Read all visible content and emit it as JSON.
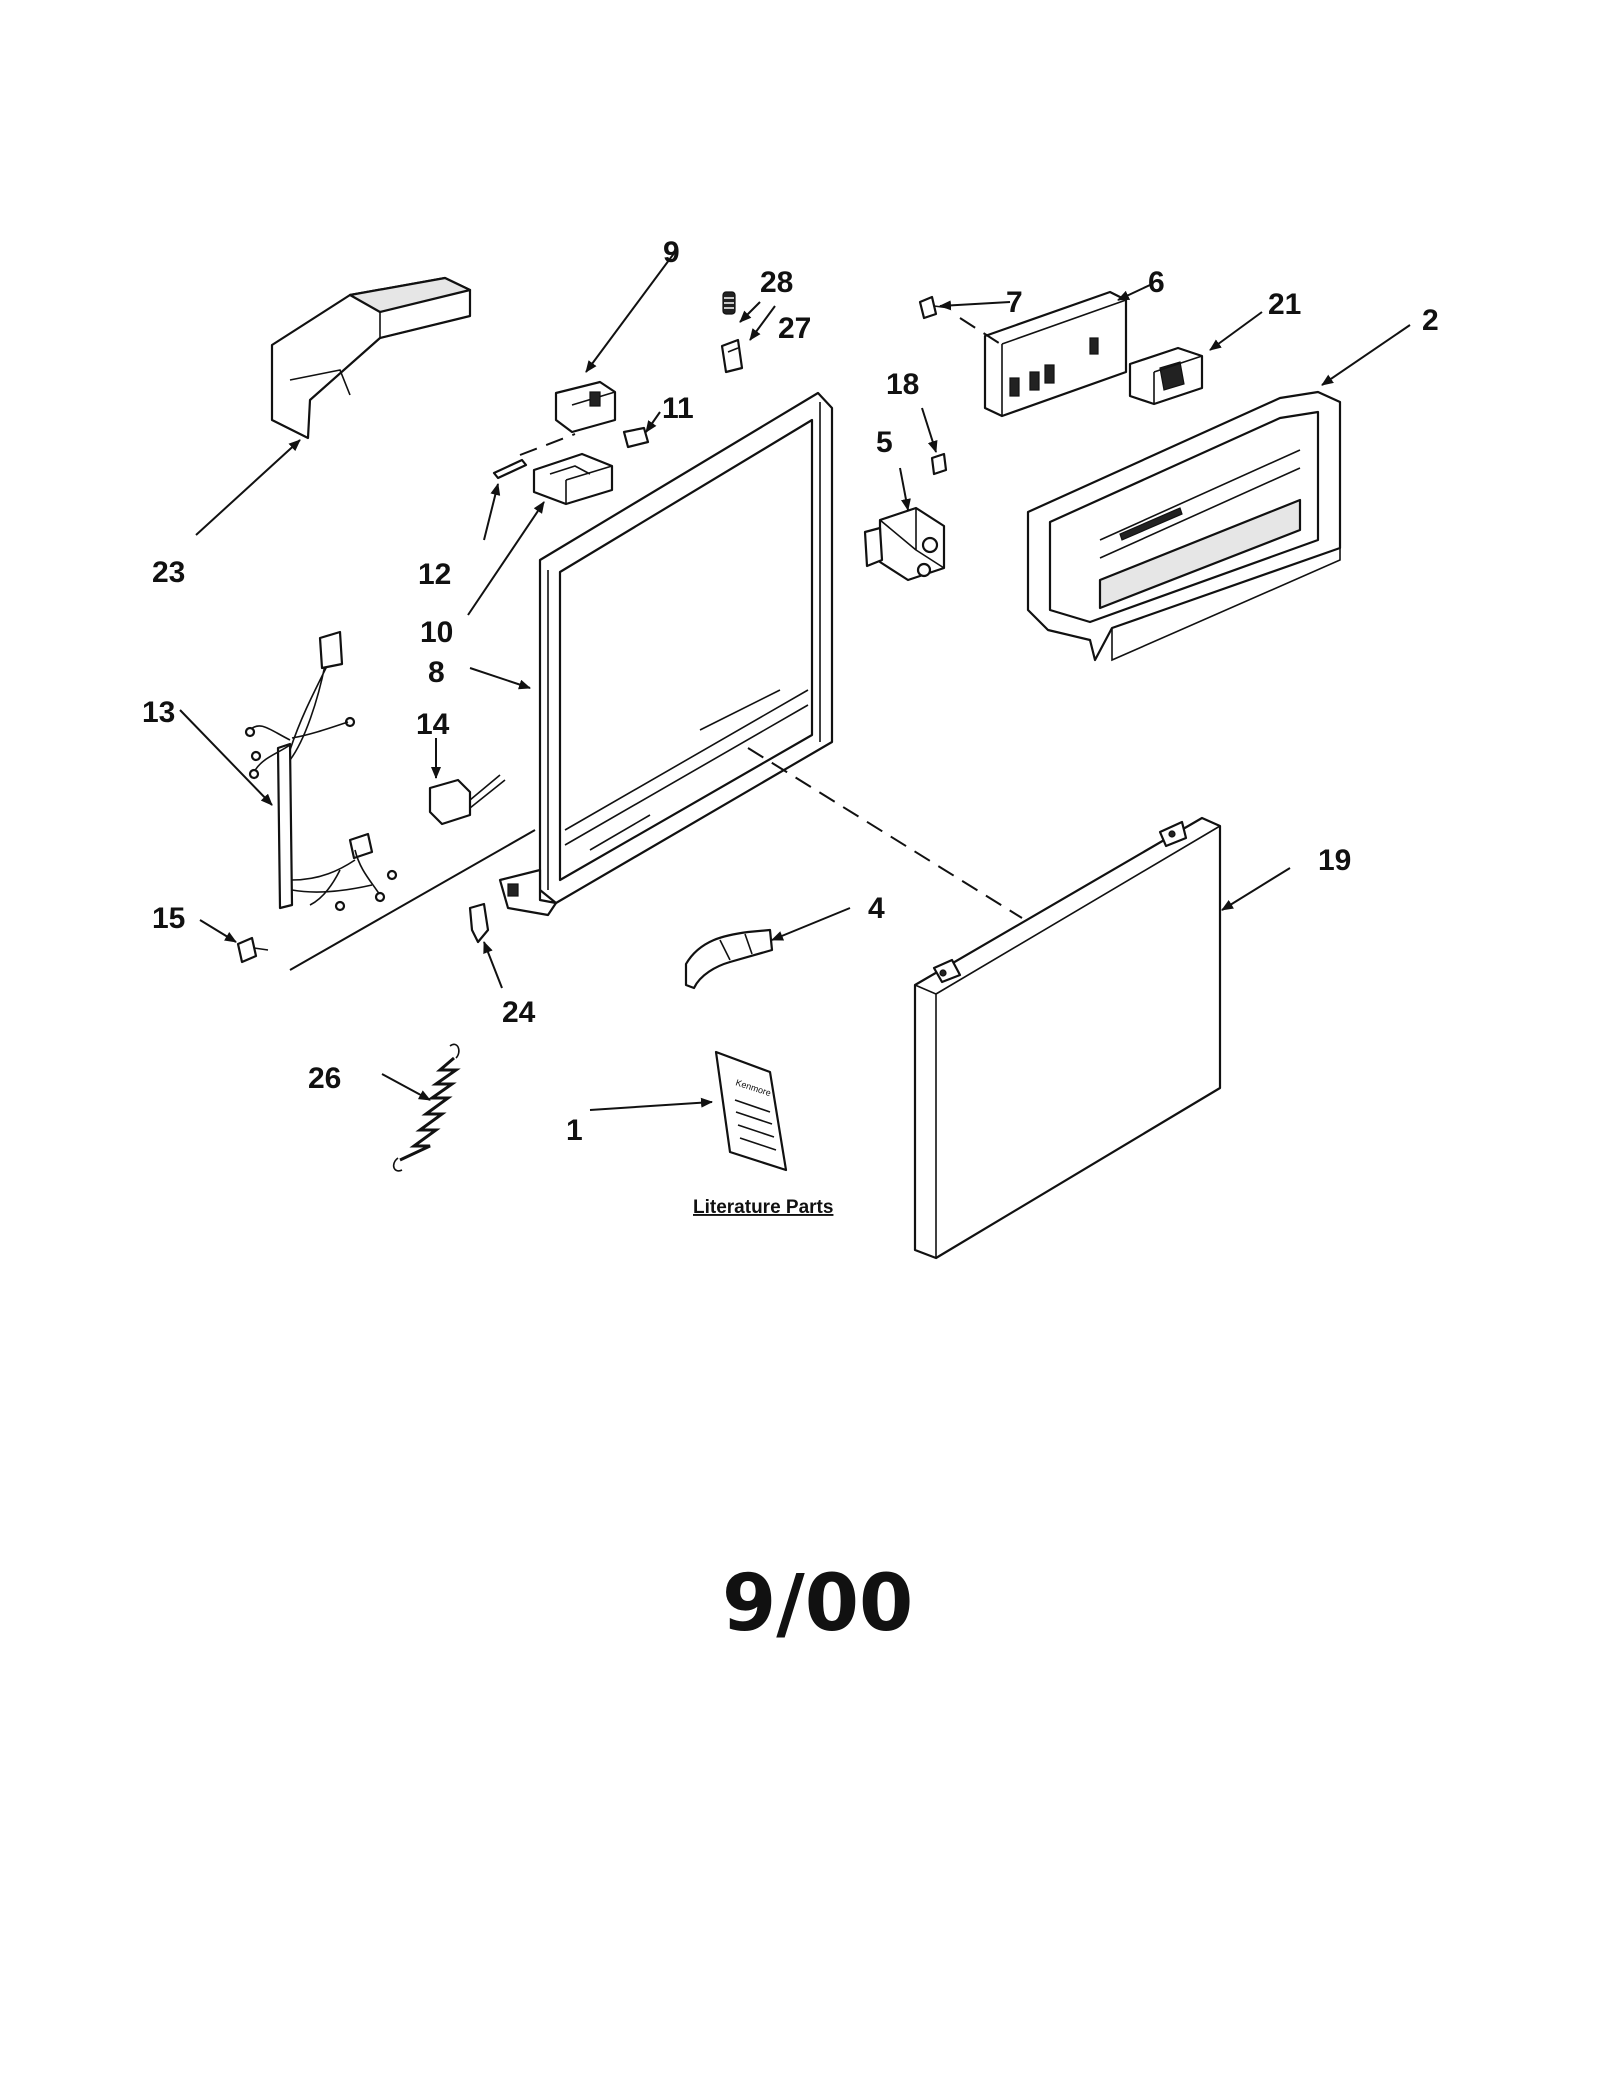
{
  "callouts": {
    "c1": "1",
    "c2": "2",
    "c4": "4",
    "c5": "5",
    "c6": "6",
    "c7": "7",
    "c8": "8",
    "c9": "9",
    "c10": "10",
    "c11": "11",
    "c12": "12",
    "c13": "13",
    "c14": "14",
    "c15": "15",
    "c18": "18",
    "c19": "19",
    "c21": "21",
    "c23": "23",
    "c24": "24",
    "c26": "26",
    "c27": "27",
    "c28": "28"
  },
  "literature_label": "Literature Parts",
  "booklet_brand": "Kenmore",
  "date": "9/00"
}
